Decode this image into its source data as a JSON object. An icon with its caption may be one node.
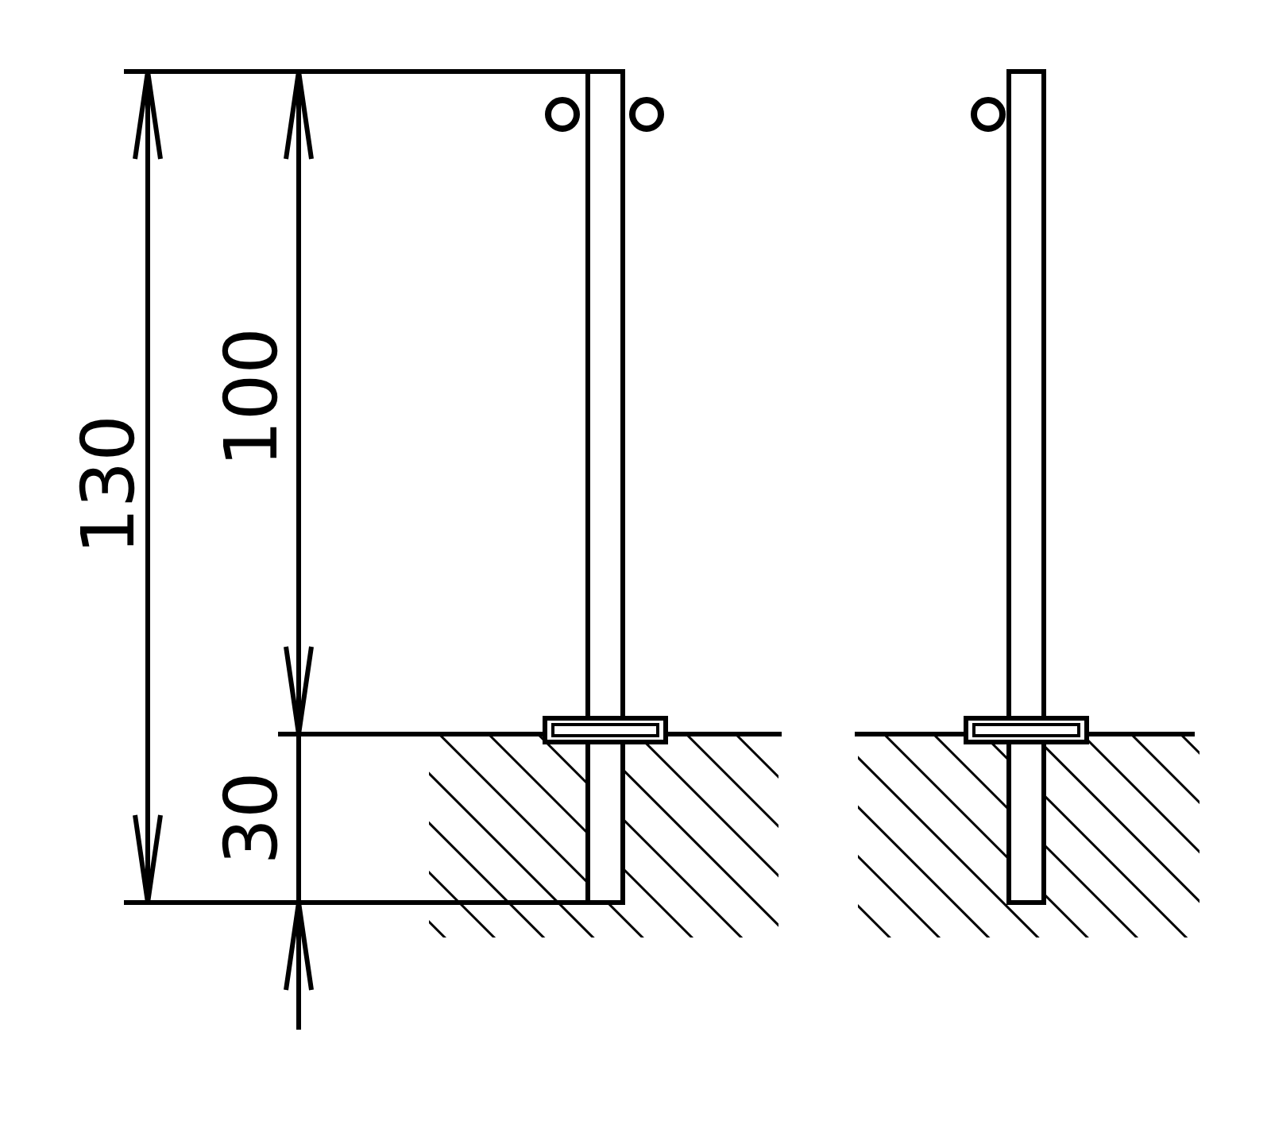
{
  "diagram": {
    "labels": [
      "130",
      "100",
      "30"
    ]
  }
}
